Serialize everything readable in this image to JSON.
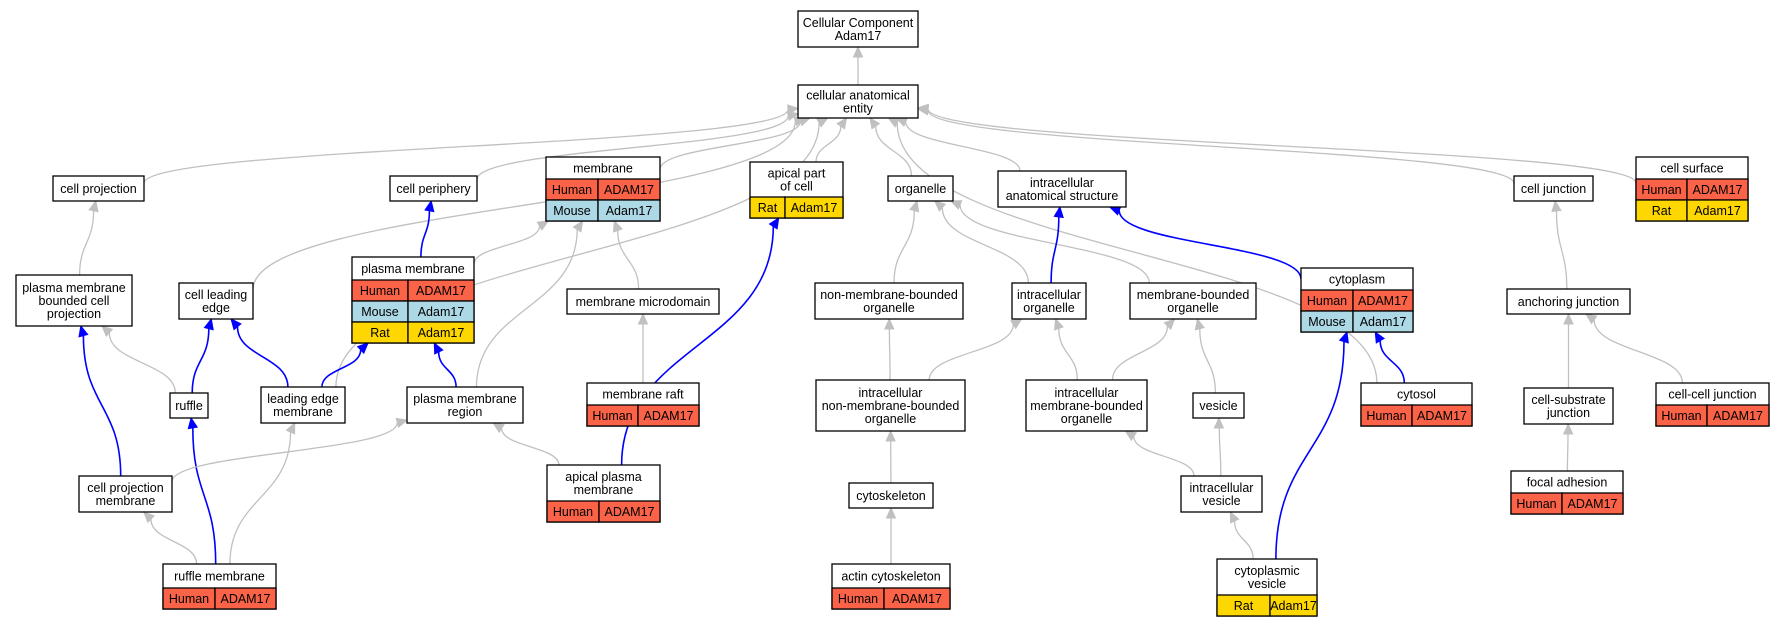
{
  "colors": {
    "human": "#fa6347",
    "mouse": "#add8e6",
    "rat": "#ffd700",
    "edge_gray": "#c0c0c0",
    "edge_blue": "#0000ff"
  },
  "nodes": {
    "cc_root": {
      "lines": [
        "Cellular Component",
        "Adam17"
      ]
    },
    "cae": {
      "lines": [
        "cellular anatomical",
        "entity"
      ]
    },
    "cell_proj": {
      "lines": [
        "cell projection"
      ]
    },
    "cell_periph": {
      "lines": [
        "cell periphery"
      ]
    },
    "membrane": {
      "lines": [
        "membrane"
      ],
      "rows": [
        [
          "Human",
          "ADAM17"
        ],
        [
          "Mouse",
          "Adam17"
        ]
      ]
    },
    "apical_part": {
      "lines": [
        "apical part",
        "of cell"
      ],
      "rows": [
        [
          "Rat",
          "Adam17"
        ]
      ]
    },
    "organelle": {
      "lines": [
        "organelle"
      ]
    },
    "ias": {
      "lines": [
        "intracellular",
        "anatomical structure"
      ]
    },
    "cell_junction": {
      "lines": [
        "cell junction"
      ]
    },
    "cell_surface": {
      "lines": [
        "cell surface"
      ],
      "rows": [
        [
          "Human",
          "ADAM17"
        ],
        [
          "Rat",
          "Adam17"
        ]
      ]
    },
    "pmbcp": {
      "lines": [
        "plasma membrane",
        "bounded cell",
        "projection"
      ]
    },
    "cle": {
      "lines": [
        "cell leading",
        "edge"
      ]
    },
    "pm": {
      "lines": [
        "plasma membrane"
      ],
      "rows": [
        [
          "Human",
          "ADAM17"
        ],
        [
          "Mouse",
          "Adam17"
        ],
        [
          "Rat",
          "Adam17"
        ]
      ]
    },
    "mem_micro": {
      "lines": [
        "membrane microdomain"
      ]
    },
    "nmbo": {
      "lines": [
        "non-membrane-bounded",
        "organelle"
      ]
    },
    "io": {
      "lines": [
        "intracellular",
        "organelle"
      ]
    },
    "mbo": {
      "lines": [
        "membrane-bounded",
        "organelle"
      ]
    },
    "cytoplasm": {
      "lines": [
        "cytoplasm"
      ],
      "rows": [
        [
          "Human",
          "ADAM17"
        ],
        [
          "Mouse",
          "Adam17"
        ]
      ]
    },
    "anch_junction": {
      "lines": [
        "anchoring junction"
      ]
    },
    "ruffle": {
      "lines": [
        "ruffle"
      ]
    },
    "lem": {
      "lines": [
        "leading edge",
        "membrane"
      ]
    },
    "pmr": {
      "lines": [
        "plasma membrane",
        "region"
      ]
    },
    "mem_raft": {
      "lines": [
        "membrane raft"
      ],
      "rows": [
        [
          "Human",
          "ADAM17"
        ]
      ]
    },
    "inmbo": {
      "lines": [
        "intracellular",
        "non-membrane-bounded",
        "organelle"
      ]
    },
    "imbo": {
      "lines": [
        "intracellular",
        "membrane-bounded",
        "organelle"
      ]
    },
    "vesicle": {
      "lines": [
        "vesicle"
      ]
    },
    "cytosol": {
      "lines": [
        "cytosol"
      ],
      "rows": [
        [
          "Human",
          "ADAM17"
        ]
      ]
    },
    "csj": {
      "lines": [
        "cell-substrate",
        "junction"
      ]
    },
    "ccj": {
      "lines": [
        "cell-cell junction"
      ],
      "rows": [
        [
          "Human",
          "ADAM17"
        ]
      ]
    },
    "cpm": {
      "lines": [
        "cell projection",
        "membrane"
      ]
    },
    "apm": {
      "lines": [
        "apical plasma",
        "membrane"
      ],
      "rows": [
        [
          "Human",
          "ADAM17"
        ]
      ]
    },
    "cytoskeleton": {
      "lines": [
        "cytoskeleton"
      ]
    },
    "ivesicle": {
      "lines": [
        "intracellular",
        "vesicle"
      ]
    },
    "focal": {
      "lines": [
        "focal adhesion"
      ],
      "rows": [
        [
          "Human",
          "ADAM17"
        ]
      ]
    },
    "ruffle_mem": {
      "lines": [
        "ruffle membrane"
      ],
      "rows": [
        [
          "Human",
          "ADAM17"
        ]
      ]
    },
    "actin": {
      "lines": [
        "actin cytoskeleton"
      ],
      "rows": [
        [
          "Human",
          "ADAM17"
        ]
      ]
    },
    "cyto_vesicle": {
      "lines": [
        "cytoplasmic",
        "vesicle"
      ],
      "rows": [
        [
          "Rat",
          "Adam17"
        ]
      ]
    }
  },
  "edges": [
    {
      "from": "cae",
      "to": "cc_root",
      "type": "gray"
    },
    {
      "from": "cell_proj",
      "to": "cae",
      "type": "gray"
    },
    {
      "from": "cle",
      "to": "cae",
      "type": "gray"
    },
    {
      "from": "lem",
      "to": "cae",
      "type": "gray"
    },
    {
      "from": "cell_periph",
      "to": "cae",
      "type": "gray"
    },
    {
      "from": "membrane",
      "to": "cae",
      "type": "gray"
    },
    {
      "from": "apical_part",
      "to": "cae",
      "type": "gray"
    },
    {
      "from": "organelle",
      "to": "cae",
      "type": "gray"
    },
    {
      "from": "ias",
      "to": "cae",
      "type": "gray"
    },
    {
      "from": "cytosol",
      "to": "cae",
      "type": "gray"
    },
    {
      "from": "cell_junction",
      "to": "cae",
      "type": "gray"
    },
    {
      "from": "cell_surface",
      "to": "cae",
      "type": "gray"
    },
    {
      "from": "pmbcp",
      "to": "cell_proj",
      "type": "gray"
    },
    {
      "from": "pm",
      "to": "cell_periph",
      "type": "blue"
    },
    {
      "from": "pm",
      "to": "membrane",
      "type": "gray"
    },
    {
      "from": "pmr",
      "to": "membrane",
      "type": "gray"
    },
    {
      "from": "mem_micro",
      "to": "membrane",
      "type": "gray"
    },
    {
      "from": "apm",
      "to": "apical_part",
      "type": "blue"
    },
    {
      "from": "nmbo",
      "to": "organelle",
      "type": "gray"
    },
    {
      "from": "io",
      "to": "organelle",
      "type": "gray"
    },
    {
      "from": "mbo",
      "to": "organelle",
      "type": "gray"
    },
    {
      "from": "io",
      "to": "ias",
      "type": "blue"
    },
    {
      "from": "cytoplasm",
      "to": "ias",
      "type": "blue"
    },
    {
      "from": "anch_junction",
      "to": "cell_junction",
      "type": "gray"
    },
    {
      "from": "ruffle",
      "to": "pmbcp",
      "type": "gray"
    },
    {
      "from": "cpm",
      "to": "pmbcp",
      "type": "blue"
    },
    {
      "from": "ruffle",
      "to": "cle",
      "type": "blue"
    },
    {
      "from": "lem",
      "to": "cle",
      "type": "blue"
    },
    {
      "from": "lem",
      "to": "pm",
      "type": "blue"
    },
    {
      "from": "pmr",
      "to": "pm",
      "type": "blue"
    },
    {
      "from": "mem_raft",
      "to": "mem_micro",
      "type": "gray"
    },
    {
      "from": "inmbo",
      "to": "nmbo",
      "type": "gray"
    },
    {
      "from": "inmbo",
      "to": "io",
      "type": "gray"
    },
    {
      "from": "imbo",
      "to": "io",
      "type": "gray"
    },
    {
      "from": "imbo",
      "to": "mbo",
      "type": "gray"
    },
    {
      "from": "vesicle",
      "to": "mbo",
      "type": "gray"
    },
    {
      "from": "cytosol",
      "to": "cytoplasm",
      "type": "blue"
    },
    {
      "from": "cyto_vesicle",
      "to": "cytoplasm",
      "type": "blue"
    },
    {
      "from": "csj",
      "to": "anch_junction",
      "type": "gray"
    },
    {
      "from": "ccj",
      "to": "anch_junction",
      "type": "gray"
    },
    {
      "from": "ruffle_mem",
      "to": "ruffle",
      "type": "blue"
    },
    {
      "from": "ruffle_mem",
      "to": "lem",
      "type": "gray"
    },
    {
      "from": "ruffle_mem",
      "to": "cpm",
      "type": "gray"
    },
    {
      "from": "cpm",
      "to": "pmr",
      "type": "gray"
    },
    {
      "from": "apm",
      "to": "pmr",
      "type": "gray"
    },
    {
      "from": "cytoskeleton",
      "to": "inmbo",
      "type": "gray"
    },
    {
      "from": "ivesicle",
      "to": "imbo",
      "type": "gray"
    },
    {
      "from": "ivesicle",
      "to": "vesicle",
      "type": "gray"
    },
    {
      "from": "focal",
      "to": "csj",
      "type": "gray"
    },
    {
      "from": "actin",
      "to": "cytoskeleton",
      "type": "gray"
    },
    {
      "from": "cyto_vesicle",
      "to": "ivesicle",
      "type": "gray"
    }
  ]
}
